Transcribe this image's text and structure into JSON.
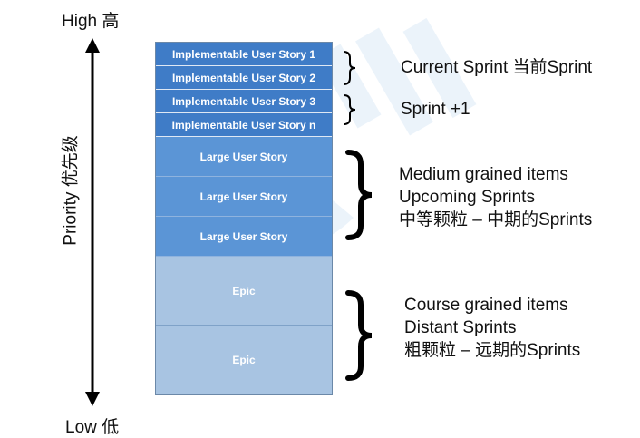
{
  "axis": {
    "high": "High 高",
    "low": "Low 低",
    "title": "Priority 优先级"
  },
  "stack": {
    "stories": [
      "Implementable User Story 1",
      "Implementable User Story 2",
      "Implementable User Story 3",
      "Implementable User Story n"
    ],
    "large": [
      "Large User Story",
      "Large User Story",
      "Large User Story"
    ],
    "epics": [
      "Epic",
      "Epic"
    ]
  },
  "groups": {
    "current": {
      "lines": [
        "Current Sprint  当前Sprint"
      ]
    },
    "next": {
      "lines": [
        "Sprint +1"
      ]
    },
    "medium": {
      "lines": [
        "Medium grained items",
        "Upcoming Sprints",
        "中等颗粒 – 中期的Sprints"
      ]
    },
    "coarse": {
      "lines": [
        "Course grained items",
        "Distant Sprints",
        "粗颗粒 – 远期的Sprints"
      ]
    }
  },
  "colors": {
    "story": "#3f7cc7",
    "large": "#5b95d6",
    "epic": "#a8c4e2",
    "watermark": "#4a90d9"
  }
}
